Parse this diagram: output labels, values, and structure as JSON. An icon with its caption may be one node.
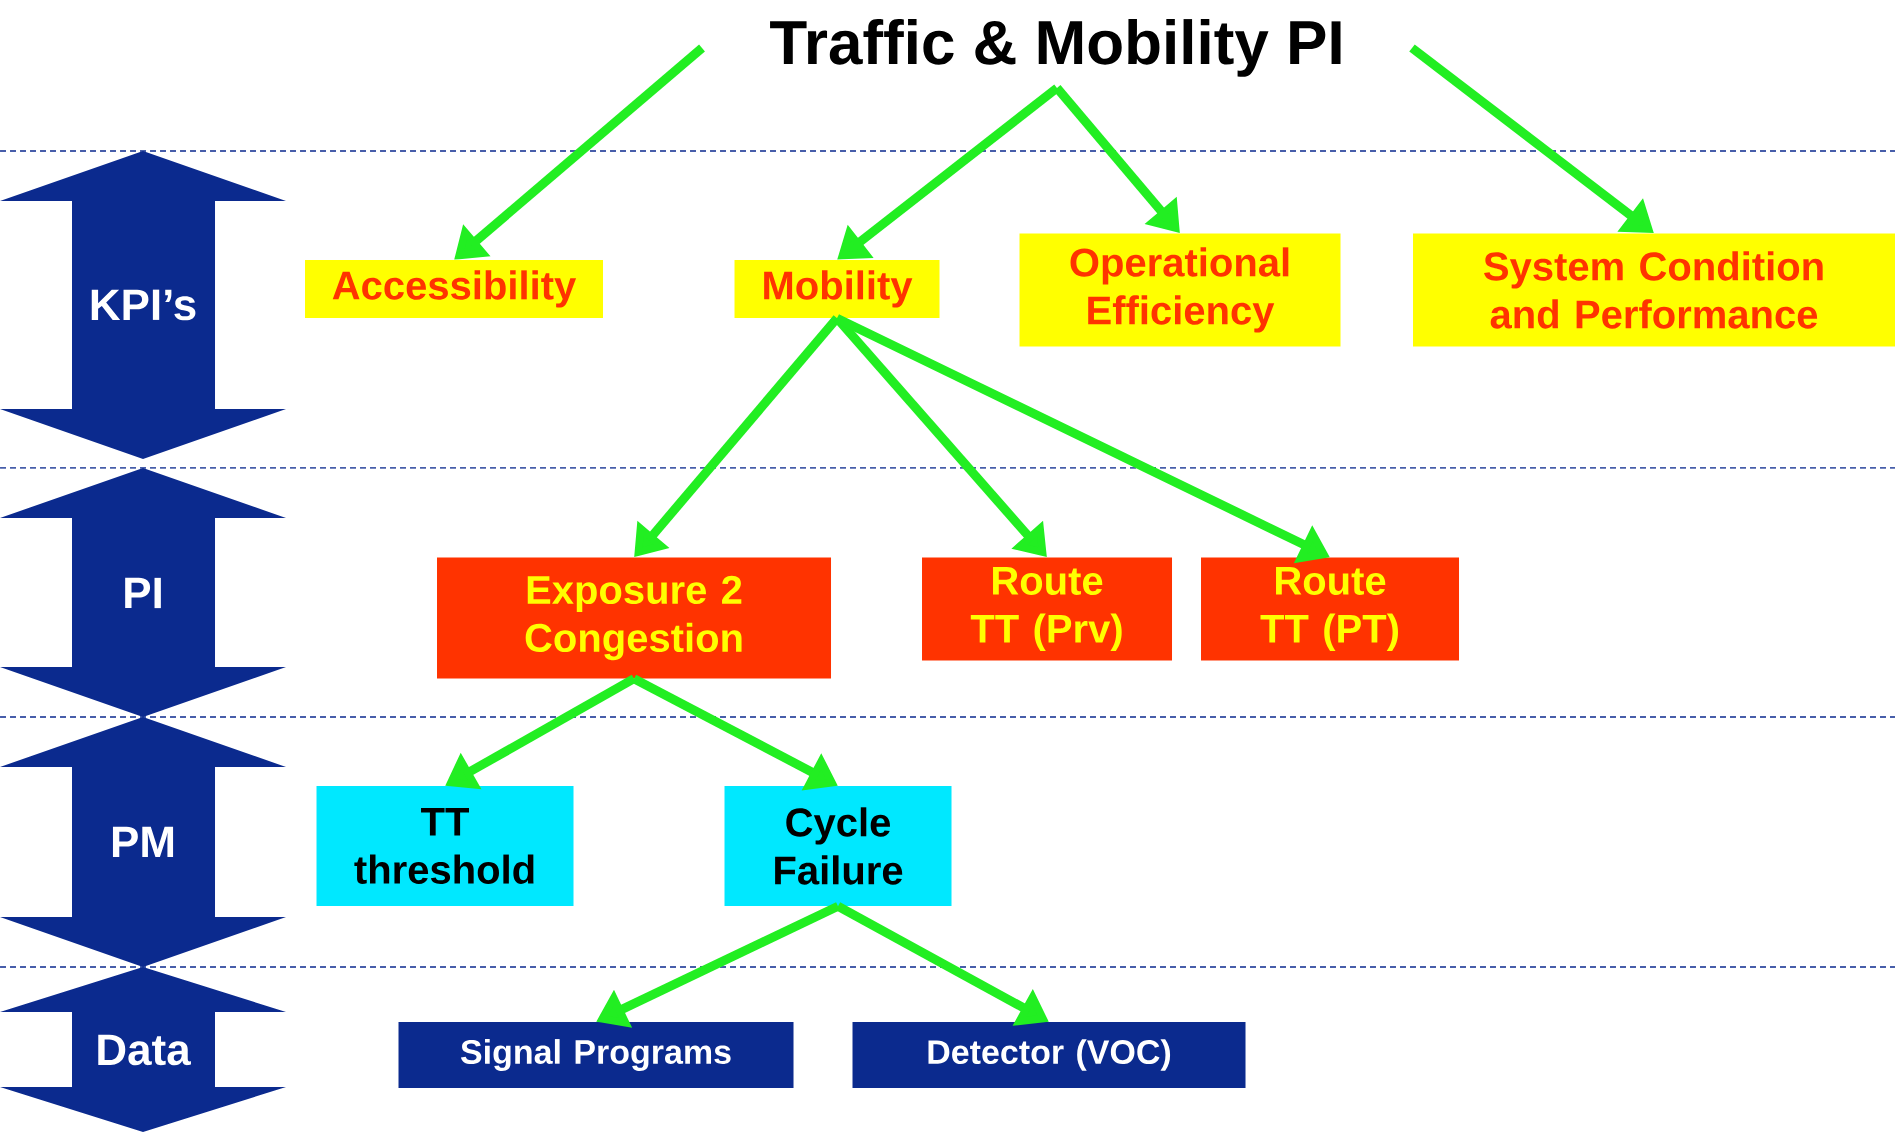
{
  "diagram": {
    "title": "Traffic & Mobility PI",
    "nodes": [
      {
        "text": [
          "Accessibility"
        ]
      },
      {
        "text": [
          "Mobility"
        ]
      },
      {
        "text": [
          "Operational Efficiency"
        ]
      },
      {
        "text": [
          "System Condition and Performance"
        ]
      },
      {
        "text": [
          "Exposure 2 Congestion"
        ]
      },
      {
        "text": [
          "Route TT (Prv)"
        ]
      },
      {
        "text": [
          "Route TT (PT)"
        ]
      },
      {
        "text": [
          "TT threshold"
        ]
      },
      {
        "text": [
          "Cycle Failure"
        ]
      },
      {
        "text": [
          "Signal Programs"
        ]
      },
      {
        "text": [
          "Detector (VOC)"
        ]
      }
    ],
    "edges": [
      {
        "from": null,
        "to": 0,
        "arrow": "to"
      },
      {
        "from": null,
        "to": 1,
        "arrow": "to"
      },
      {
        "from": null,
        "to": 2,
        "arrow": "to"
      },
      {
        "from": null,
        "to": 3,
        "arrow": "to"
      },
      {
        "from": 1,
        "to": 4,
        "arrow": "to"
      },
      {
        "from": 1,
        "to": 5,
        "arrow": "to"
      },
      {
        "from": 1,
        "to": 6,
        "arrow": "to"
      },
      {
        "from": 4,
        "to": 7,
        "arrow": "to"
      },
      {
        "from": 4,
        "to": 8,
        "arrow": "to"
      },
      {
        "from": 8,
        "to": 9,
        "arrow": "to"
      },
      {
        "from": 8,
        "to": 10,
        "arrow": "to"
      }
    ],
    "labels": [
      "KPI’s",
      "PI",
      "PM",
      "Data"
    ]
  }
}
